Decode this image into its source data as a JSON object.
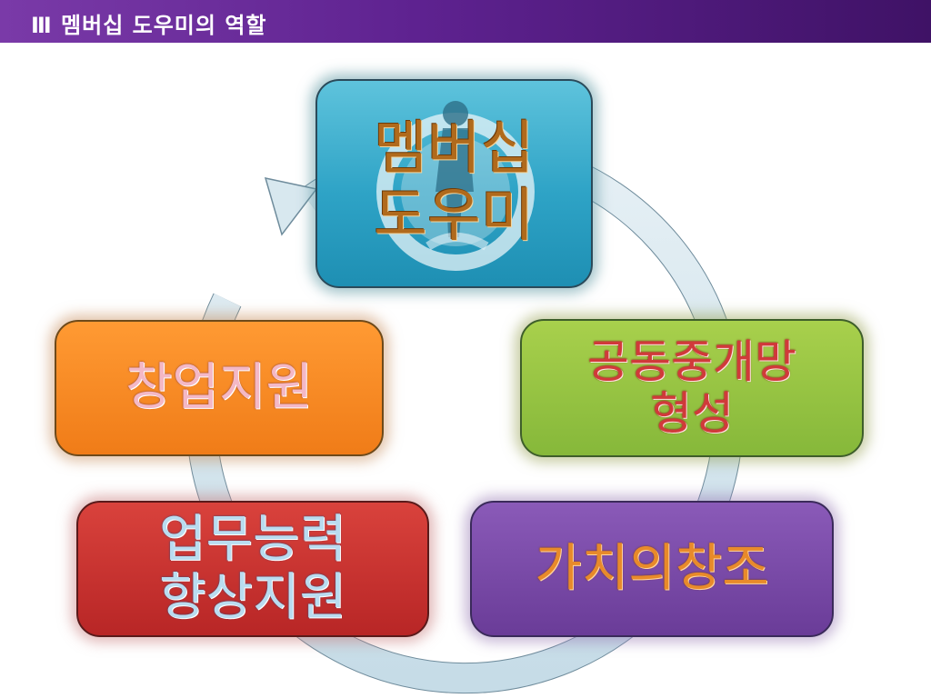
{
  "header": {
    "title": "Ⅲ 멤버십 도우미의 역할"
  },
  "diagram": {
    "center": {
      "label": "멤버십 도우미",
      "line1": "멤버십",
      "line2": "도우미",
      "emblem_icon": "runner-emblem-icon"
    },
    "nodes": [
      {
        "id": "green",
        "line1": "공동중개망",
        "line2": "형성",
        "color": "#86b83a"
      },
      {
        "id": "purple",
        "line1": "가치의창조",
        "color": "#6a3c98"
      },
      {
        "id": "red",
        "line1": "업무능력",
        "line2": "향상지원",
        "color": "#b82626"
      },
      {
        "id": "orange",
        "line1": "창업지원",
        "color": "#f07c18"
      }
    ],
    "accent": {
      "header": "#5e2290",
      "cycle_arrow": "#cfe3ec"
    }
  }
}
